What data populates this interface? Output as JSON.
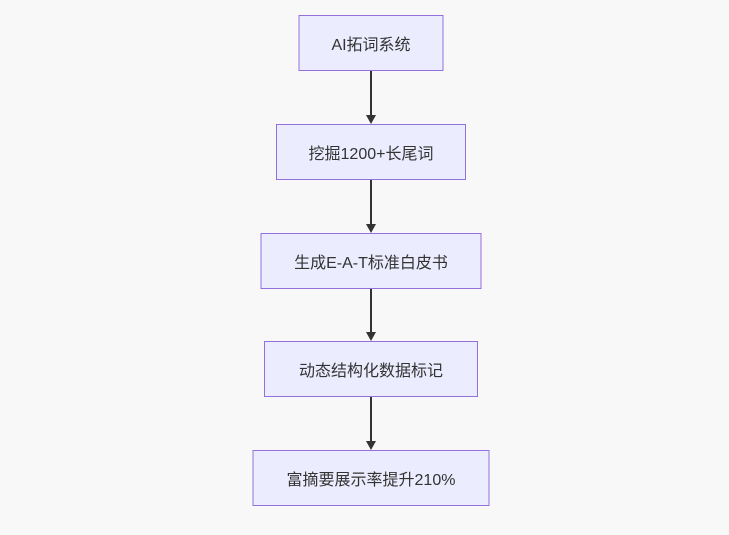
{
  "flowchart": {
    "type": "flowchart-top-down",
    "nodes": [
      {
        "label": "AI拓词系统"
      },
      {
        "label": "挖掘1200+长尾词"
      },
      {
        "label": "生成E-A-T标准白皮书"
      },
      {
        "label": "动态结构化数据标记"
      },
      {
        "label": "富摘要展示率提升210%"
      }
    ],
    "edges": [
      {
        "from": 0,
        "to": 1
      },
      {
        "from": 1,
        "to": 2
      },
      {
        "from": 2,
        "to": 3
      },
      {
        "from": 3,
        "to": 4
      }
    ],
    "colors": {
      "background": "#f8f8f8",
      "node_fill": "#ECECFF",
      "node_border": "#9370DB",
      "edge": "#333333",
      "text": "#333333"
    }
  }
}
